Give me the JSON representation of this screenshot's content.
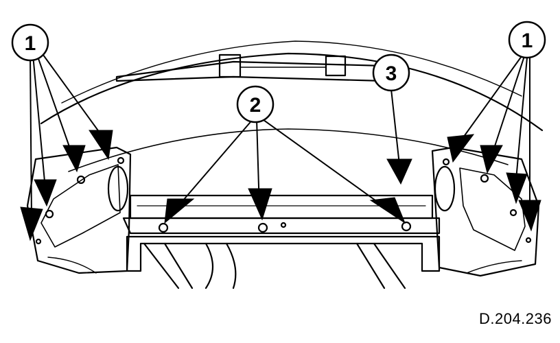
{
  "figure": {
    "reference_code": "D.204.236",
    "callouts": [
      "1",
      "1",
      "2",
      "3"
    ]
  },
  "colors": {
    "ink": "#000000",
    "background": "#ffffff"
  }
}
